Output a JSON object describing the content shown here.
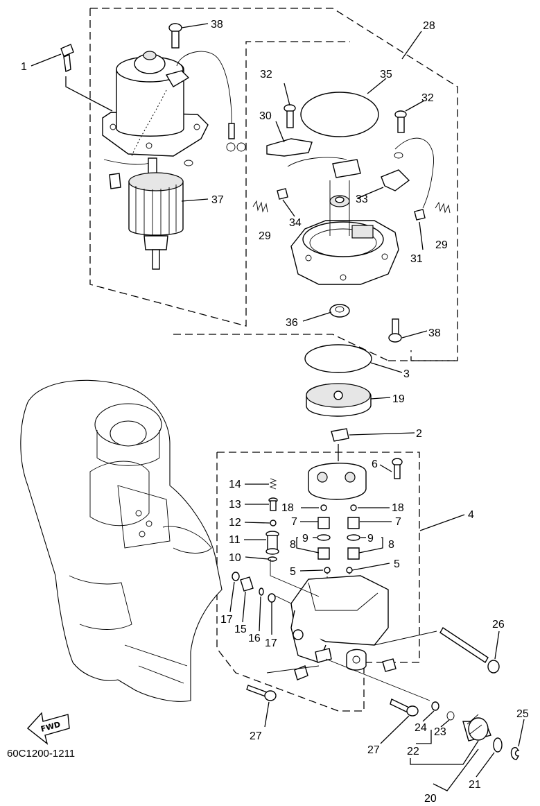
{
  "diagram_code": "60C1200-1211",
  "fwd_label": "FWD",
  "callouts": {
    "c1": "1",
    "c2": "2",
    "c3": "3",
    "c4": "4",
    "c5a": "5",
    "c5b": "5",
    "c6": "6",
    "c7a": "7",
    "c7b": "7",
    "c8a": "8",
    "c8b": "8",
    "c9a": "9",
    "c9b": "9",
    "c10": "10",
    "c11": "11",
    "c12": "12",
    "c13": "13",
    "c14": "14",
    "c15": "15",
    "c16": "16",
    "c17a": "17",
    "c17b": "17",
    "c18a": "18",
    "c18b": "18",
    "c19": "19",
    "c20": "20",
    "c21": "21",
    "c22": "22",
    "c23": "23",
    "c24": "24",
    "c25": "25",
    "c26": "26",
    "c27a": "27",
    "c27b": "27",
    "c28": "28",
    "c29a": "29",
    "c29b": "29",
    "c30": "30",
    "c31": "31",
    "c32a": "32",
    "c32b": "32",
    "c33": "33",
    "c34": "34",
    "c35": "35",
    "c36": "36",
    "c37": "37",
    "c38a": "38",
    "c38b": "38"
  }
}
